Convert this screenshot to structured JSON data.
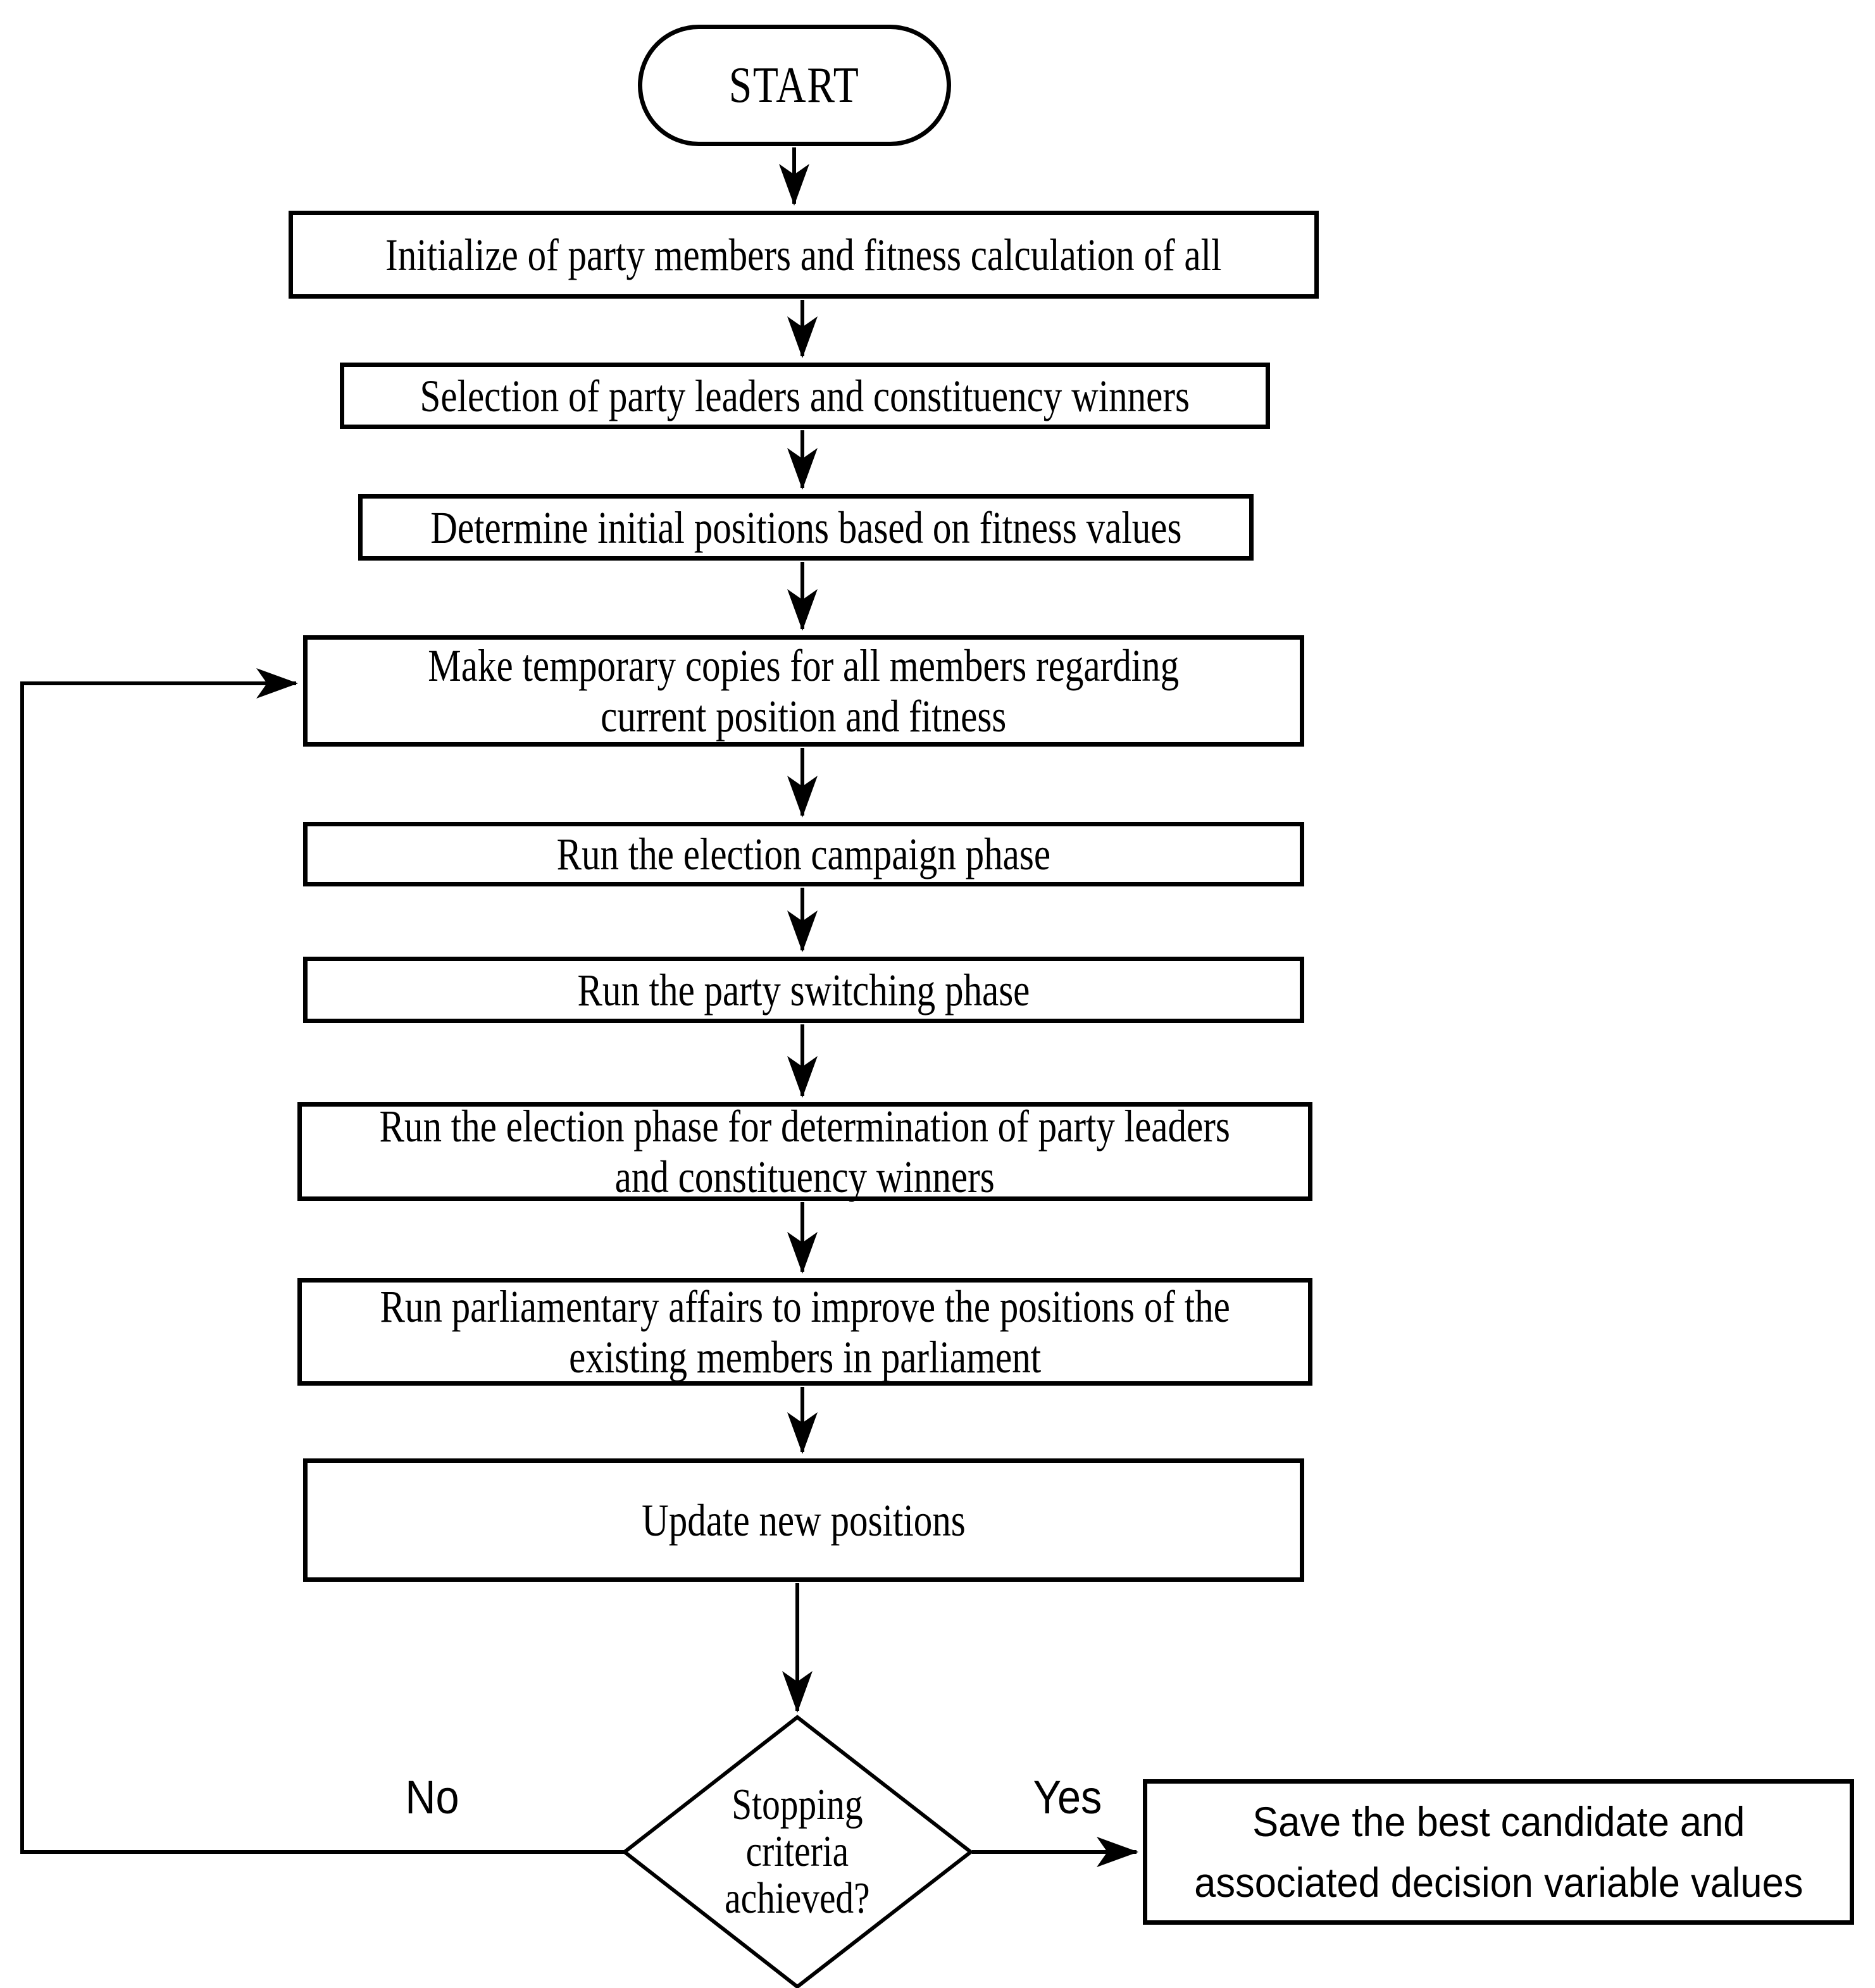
{
  "flowchart": {
    "background": "#ffffff",
    "stroke_color": "#000000",
    "nodes": {
      "start": {
        "type": "terminator",
        "lines": [
          "START"
        ]
      },
      "initialize": {
        "type": "process",
        "lines": [
          "Initialize of party members and fitness calculation of all"
        ]
      },
      "selection": {
        "type": "process",
        "lines": [
          "Selection of party leaders and constituency winners"
        ]
      },
      "determine": {
        "type": "process",
        "lines": [
          "Determine initial positions based on fitness values"
        ]
      },
      "copies": {
        "type": "process",
        "lines": [
          "Make temporary copies for all members regarding",
          "current position and fitness"
        ]
      },
      "campaign": {
        "type": "process",
        "lines": [
          "Run the election campaign phase"
        ]
      },
      "switching": {
        "type": "process",
        "lines": [
          "Run the party switching phase"
        ]
      },
      "election": {
        "type": "process",
        "lines": [
          "Run the election phase for determination of party leaders",
          "and constituency winners"
        ]
      },
      "parliamentary": {
        "type": "process",
        "lines": [
          "Run parliamentary affairs to improve the positions of the",
          "existing members in parliament"
        ]
      },
      "update": {
        "type": "process",
        "lines": [
          "Update new positions"
        ]
      },
      "decision": {
        "type": "decision",
        "lines": [
          "Stopping",
          "criteria",
          "achieved?"
        ]
      },
      "save": {
        "type": "process",
        "lines": [
          "Save the best candidate and",
          "associated decision variable values"
        ]
      }
    },
    "edge_labels": {
      "no": "No",
      "yes": "Yes"
    }
  }
}
